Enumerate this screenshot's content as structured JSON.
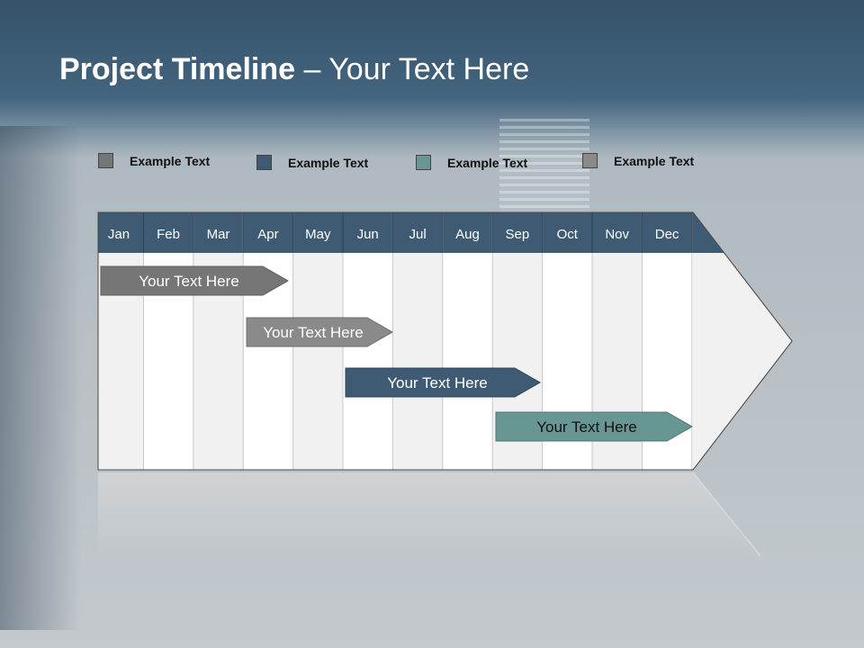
{
  "title": {
    "bold": "Project Timeline",
    "rest": " – Your Text Here"
  },
  "colors": {
    "header": "#3e5b73",
    "grey_bar": "#767676",
    "grey_bar2": "#8a8a8a",
    "navy_bar": "#3e5b73",
    "teal_bar": "#679693"
  },
  "legend": [
    {
      "label": "Example Text",
      "color": "#767676"
    },
    {
      "label": "Example Text",
      "color": "#3e5b73"
    },
    {
      "label": "Example Text",
      "color": "#679693"
    },
    {
      "label": "Example Text",
      "color": "#8a8a8a"
    }
  ],
  "months": [
    "Jan",
    "Feb",
    "Mar",
    "Apr",
    "May",
    "Jun",
    "Jul",
    "Aug",
    "Sep",
    "Oct",
    "Nov",
    "Dec"
  ],
  "tasks": [
    {
      "label": "Your  Text Here",
      "color": "#767676"
    },
    {
      "label": "Your  Text Here",
      "color": "#8a8a8a"
    },
    {
      "label": "Your  Text Here",
      "color": "#3e5b73"
    },
    {
      "label": "Your  Text Here",
      "color": "#679693"
    }
  ]
}
